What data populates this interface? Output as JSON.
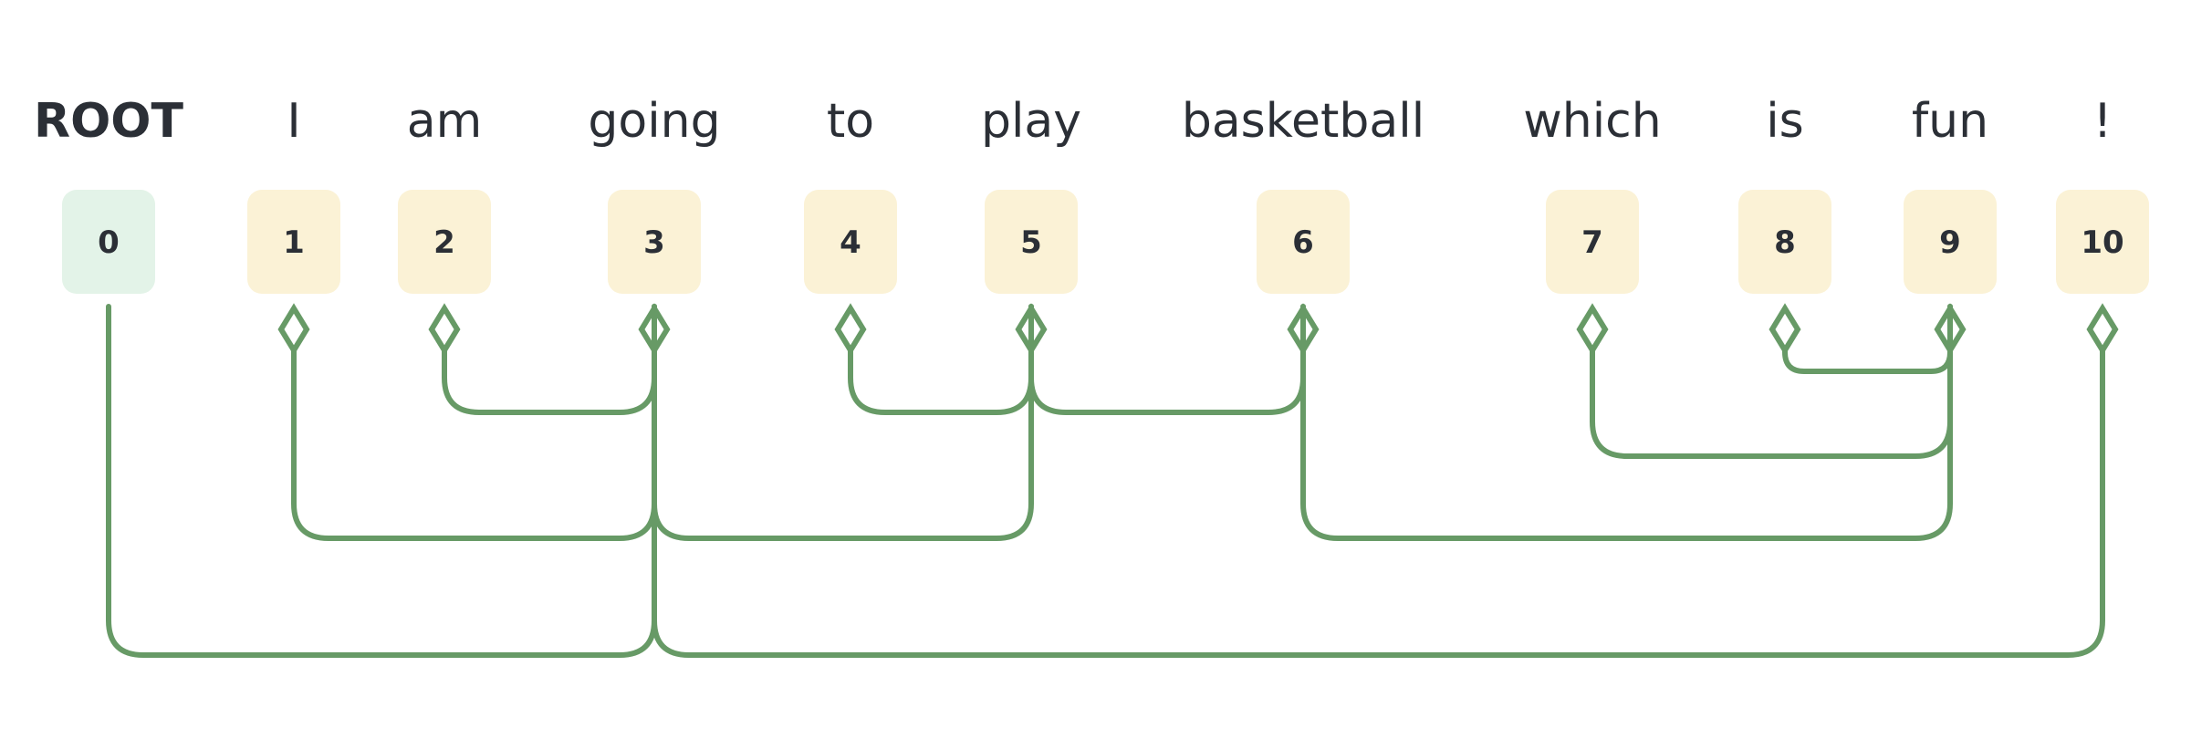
{
  "sentence": {
    "tokens": [
      {
        "index": "0",
        "text": "ROOT",
        "is_root": true
      },
      {
        "index": "1",
        "text": "I"
      },
      {
        "index": "2",
        "text": "am"
      },
      {
        "index": "3",
        "text": "going"
      },
      {
        "index": "4",
        "text": "to"
      },
      {
        "index": "5",
        "text": "play"
      },
      {
        "index": "6",
        "text": "basketball"
      },
      {
        "index": "7",
        "text": "which"
      },
      {
        "index": "8",
        "text": "is"
      },
      {
        "index": "9",
        "text": "fun"
      },
      {
        "index": "10",
        "text": "!"
      }
    ],
    "arcs": [
      {
        "head": 3,
        "dep": 2
      },
      {
        "head": 5,
        "dep": 4
      },
      {
        "head": 5,
        "dep": 6
      },
      {
        "head": 9,
        "dep": 8
      },
      {
        "head": 9,
        "dep": 7
      },
      {
        "head": 3,
        "dep": 1
      },
      {
        "head": 3,
        "dep": 5
      },
      {
        "head": 6,
        "dep": 9
      },
      {
        "head": 0,
        "dep": 3
      },
      {
        "head": 3,
        "dep": 10
      }
    ]
  },
  "colors": {
    "edge": "#679a66",
    "root_box": "#e3f3e8",
    "token_box": "#fbf2d6",
    "text": "#2b2f36"
  }
}
